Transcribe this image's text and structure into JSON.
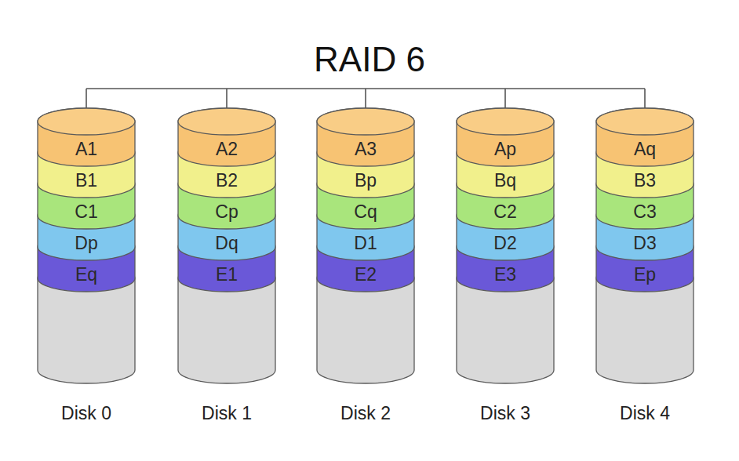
{
  "diagram": {
    "title": "RAID 6",
    "nodes": [
      {
        "text": [
          "Disk 0"
        ]
      },
      {
        "text": [
          "A1"
        ],
        "in": 0
      },
      {
        "text": [
          "B1"
        ],
        "in": 0
      },
      {
        "text": [
          "C1"
        ],
        "in": 0
      },
      {
        "text": [
          "Dp"
        ],
        "in": 0
      },
      {
        "text": [
          "Eq"
        ],
        "in": 0
      },
      {
        "text": [
          "Disk 1"
        ]
      },
      {
        "text": [
          "A2"
        ],
        "in": 6
      },
      {
        "text": [
          "B2"
        ],
        "in": 6
      },
      {
        "text": [
          "Cp"
        ],
        "in": 6
      },
      {
        "text": [
          "Dq"
        ],
        "in": 6
      },
      {
        "text": [
          "E1"
        ],
        "in": 6
      },
      {
        "text": [
          "Disk 2"
        ]
      },
      {
        "text": [
          "A3"
        ],
        "in": 12
      },
      {
        "text": [
          "Bp"
        ],
        "in": 12
      },
      {
        "text": [
          "Cq"
        ],
        "in": 12
      },
      {
        "text": [
          "D1"
        ],
        "in": 12
      },
      {
        "text": [
          "E2"
        ],
        "in": 12
      },
      {
        "text": [
          "Disk 3"
        ]
      },
      {
        "text": [
          "Ap"
        ],
        "in": 18
      },
      {
        "text": [
          "Bq"
        ],
        "in": 18
      },
      {
        "text": [
          "C2"
        ],
        "in": 18
      },
      {
        "text": [
          "D2"
        ],
        "in": 18
      },
      {
        "text": [
          "E3"
        ],
        "in": 18
      },
      {
        "text": [
          "Disk 4"
        ]
      },
      {
        "text": [
          "Aq"
        ],
        "in": 24
      },
      {
        "text": [
          "B3"
        ],
        "in": 24
      },
      {
        "text": [
          "C3"
        ],
        "in": 24
      },
      {
        "text": [
          "D3"
        ],
        "in": 24
      },
      {
        "text": [
          "Ep"
        ],
        "in": 24
      }
    ]
  }
}
